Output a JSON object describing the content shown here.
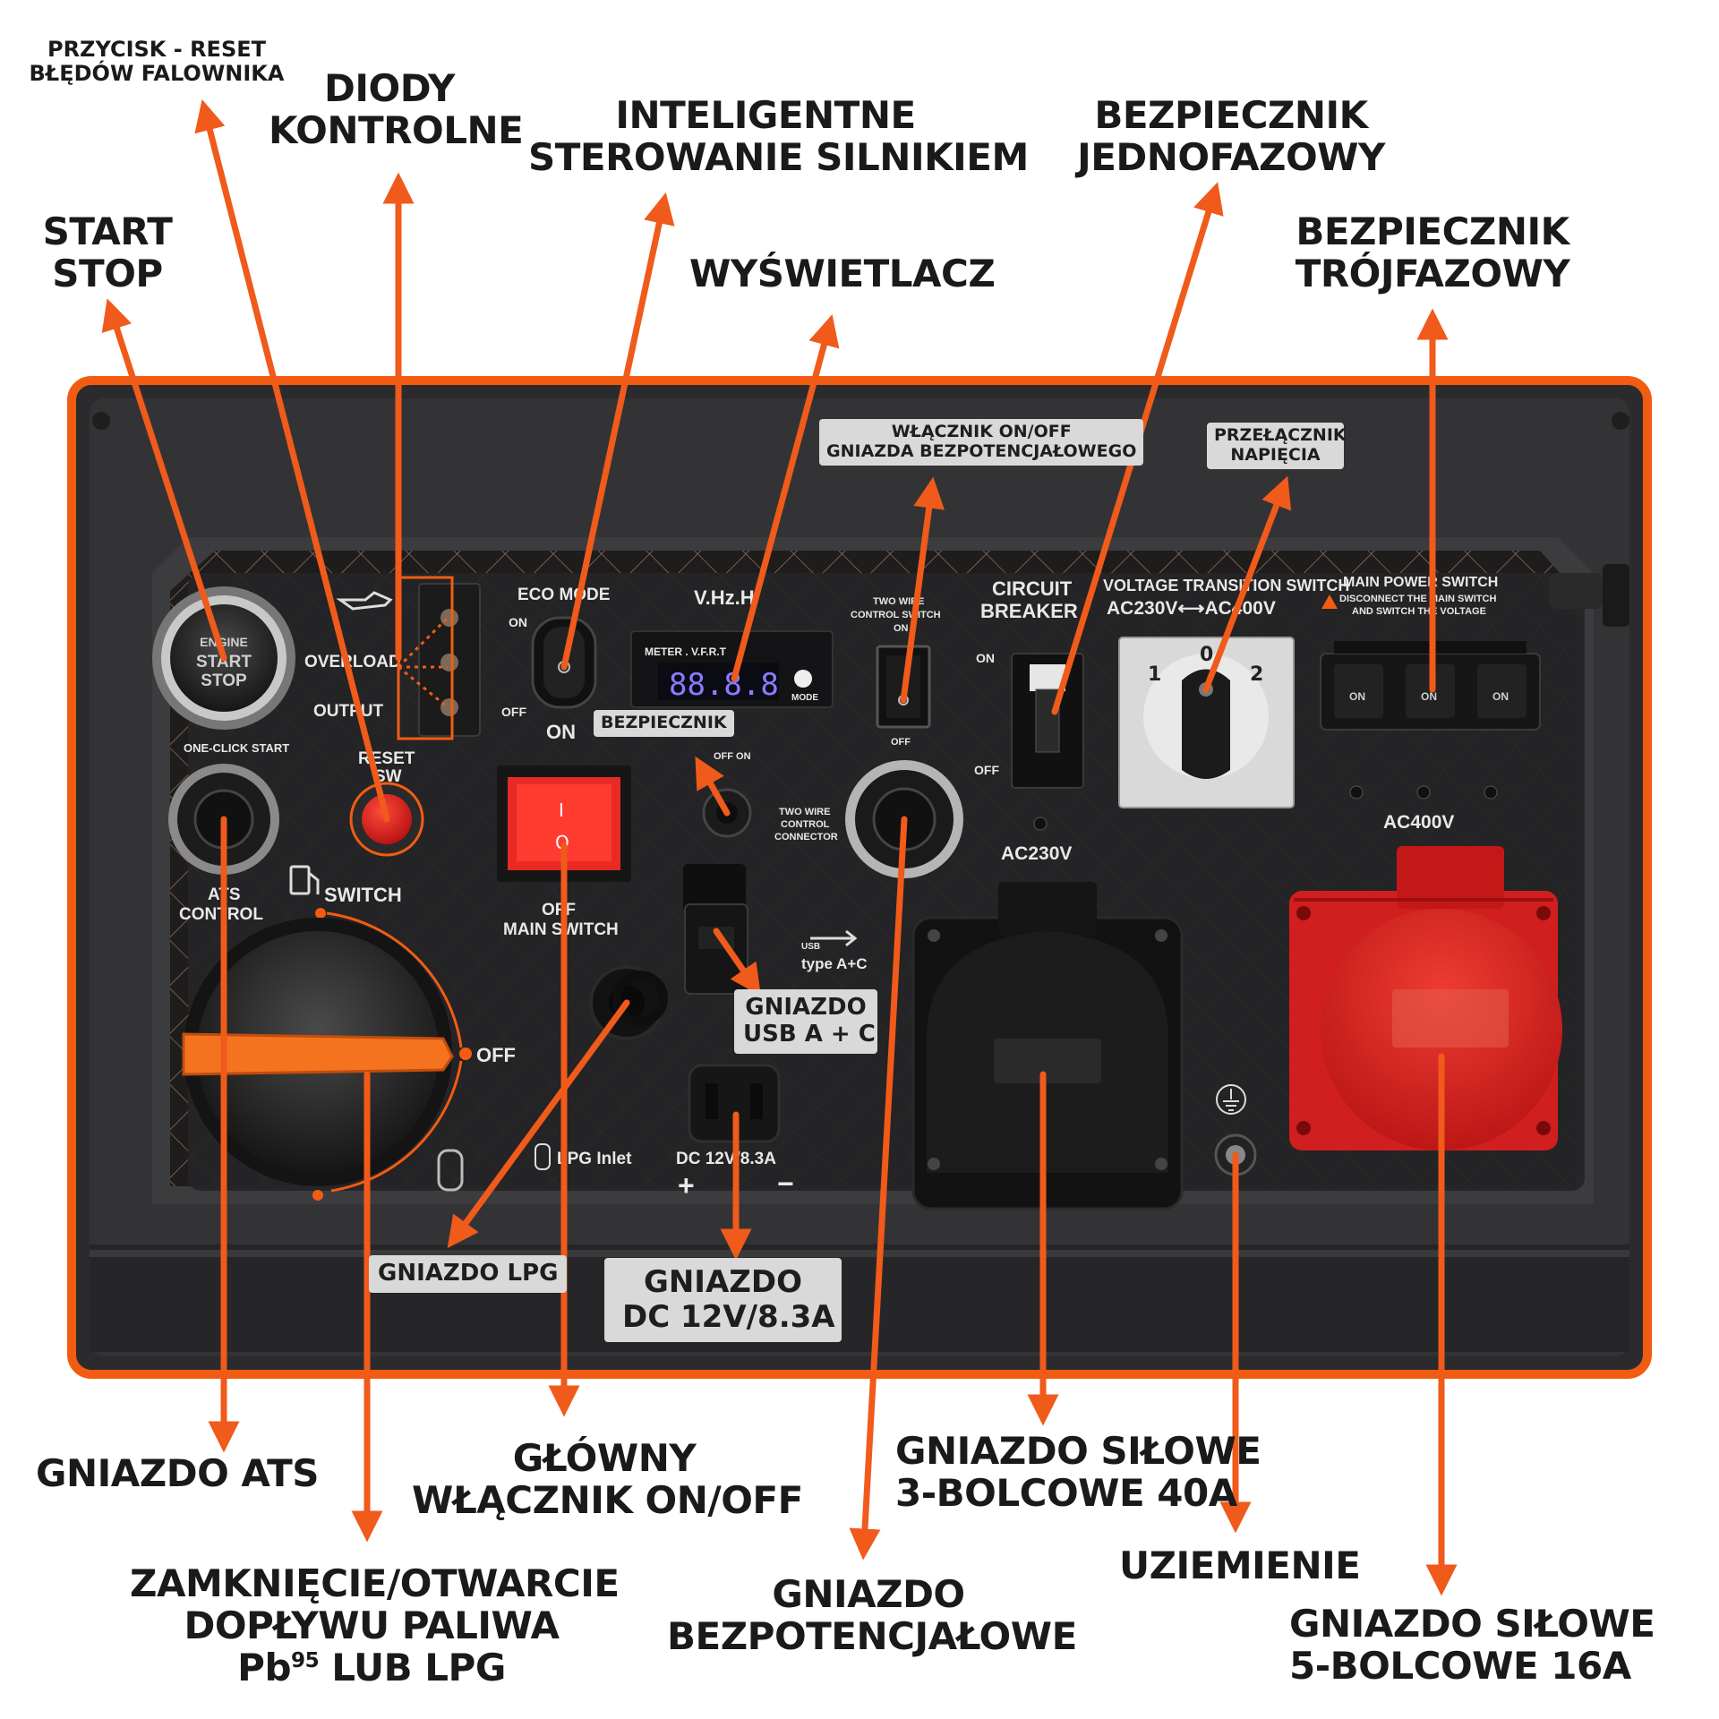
{
  "colors": {
    "accent": "#f25c12",
    "arrow": "#f05a1a",
    "panel_dark": "#2a2a2a",
    "socket_red": "#d91c1c",
    "chip_bg": "#d9d9d9"
  },
  "callouts": {
    "reset_button": [
      "PRZYCISK - RESET",
      "BŁĘDÓW FALOWNIKA"
    ],
    "diodes": [
      "DIODY",
      "KONTROLNE"
    ],
    "engine_control": [
      "INTELIGENTNE",
      "STEROWANIE SILNIKIEM"
    ],
    "single_phase_fuse": [
      "BEZPIECZNIK",
      "JEDNOFAZOWY"
    ],
    "start_stop": [
      "START",
      "STOP"
    ],
    "display": [
      "WYŚWIETLACZ"
    ],
    "three_phase_fuse": [
      "BEZPIECZNIK",
      "TRÓJFAZOWY"
    ],
    "ats_socket": [
      "GNIAZDO ATS"
    ],
    "main_switch": [
      "GŁÓWNY",
      "WŁĄCZNIK ON/OFF"
    ],
    "socket_3pin": [
      "GNIAZDO SIŁOWE",
      "3-BOLCOWE 40A"
    ],
    "fuel_valve": [
      "ZAMKNIĘCIE/OTWARCIE",
      "DOPŁYWU PALIWA"
    ],
    "fuel_valve_pb": "Pb",
    "fuel_valve_sup": "95",
    "fuel_valve_rest": " LUB LPG",
    "potential_free_socket": [
      "GNIAZDO",
      "BEZPOTENCJAŁOWE"
    ],
    "grounding": [
      "UZIEMIENIE"
    ],
    "socket_5pin": [
      "GNIAZDO SIŁOWE",
      "5-BOLCOWE 16A"
    ]
  },
  "chips": {
    "two_wire_switch": [
      "WŁĄCZNIK ON/OFF",
      "GNIAZDA BEZPOTENCJAŁOWEGO"
    ],
    "voltage_selector": [
      "PRZEŁĄCZNIK",
      "NAPIĘCIA"
    ],
    "fuse": [
      "BEZPIECZNIK"
    ],
    "usb": [
      "GNIAZDO",
      "USB A + C"
    ],
    "lpg": [
      "GNIAZDO LPG"
    ],
    "dc": [
      "GNIAZDO",
      "DC 12V/8.3A"
    ]
  },
  "panel_labels": {
    "engine_btn": [
      "ENGINE",
      "START",
      "STOP"
    ],
    "overload": "OVERLOAD",
    "output": "OUTPUT",
    "eco_mode": "ECO MODE",
    "eco_on": "ON",
    "eco_off": "OFF",
    "eco_on_big": "ON",
    "vhzh": "V.Hz.H",
    "meter": "METER . V.F.R.T",
    "display_digits": "88.8.8",
    "mode": "MODE",
    "two_wire_top": [
      "TWO WIRE",
      "CONTROL SWITCH",
      "ON"
    ],
    "two_wire_off": "OFF",
    "circuit_breaker": [
      "CIRCUIT",
      "BREAKER"
    ],
    "cb_on": "ON",
    "cb_off": "OFF",
    "vts_title": "VOLTAGE TRANSITION SWITCH",
    "vts_values": "AC230V⟷AC400V",
    "dial_0": "0",
    "dial_1": "1",
    "dial_2": "2",
    "main_power": [
      "MAIN POWER SWITCH",
      "DISCONNECT THE MAIN SWITCH",
      "AND SWITCH THE VOLTAGE"
    ],
    "breaker_on": "ON",
    "one_click": "ONE-CLICK START",
    "reset_sw": [
      "RESET",
      "SW"
    ],
    "ats_control": [
      "ATS",
      "CONTROL"
    ],
    "switch": "SWITCH",
    "off_valve": "OFF",
    "main_switch_panel": [
      "OFF",
      "MAIN SWITCH"
    ],
    "fuse_panel": [
      "OFF ON"
    ],
    "two_wire_connector": [
      "TWO WIRE",
      "CONTROL",
      "CONNECTOR"
    ],
    "usb_label": [
      "USB",
      "type A+C"
    ],
    "lpg_inlet": "LPG Inlet",
    "dc_label": "DC 12V/8.3A",
    "dc_plus": "+",
    "dc_minus": "−",
    "ac230": "AC230V",
    "ac400": "AC400V",
    "red_rocker_on": "I",
    "red_rocker_off": "O"
  }
}
